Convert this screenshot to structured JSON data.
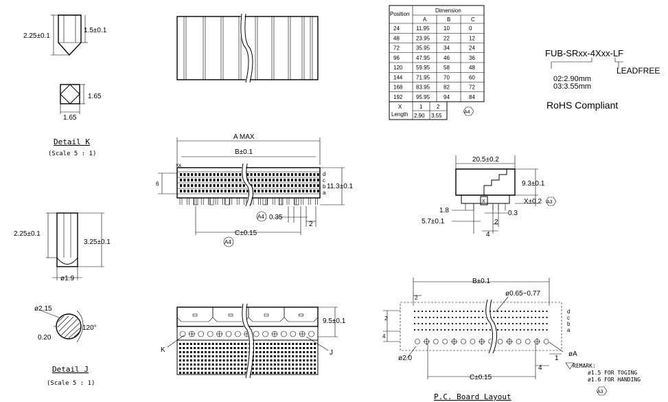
{
  "detail_k": {
    "dim_total": "2.25±0.1",
    "dim_top": "1.5±0.1",
    "dim_sq_v": "1.65",
    "dim_sq_h": "1.65",
    "title": "Detail K",
    "scale": "(Scale 5 : 1)"
  },
  "detail_pin": {
    "dim_a": "2.25±0.1",
    "dim_b": "3.25±0.1",
    "dim_dia": "ø1.9"
  },
  "detail_j": {
    "dim_dia": "ø2.15",
    "dim_angle": "120°",
    "dim_small": "0.20",
    "title": "Detail J",
    "scale": "(Scale 5 : 1)"
  },
  "front_view": {
    "a_max": "A MAX",
    "b_dim": "B±0.1",
    "c_dim": "C±0.15",
    "height": "11.3±0.1",
    "pitch": "0.35",
    "dim_2": "2",
    "rev": "A4",
    "label_xx": "xx",
    "row_labels": [
      "d",
      "c",
      "b",
      "a"
    ],
    "left_dim": "6"
  },
  "bottom_view": {
    "height": "9.5±0.1",
    "label_k": "K",
    "label_j": "J"
  },
  "table": {
    "headers": [
      "Position",
      "Dimension"
    ],
    "sub_headers": [
      "A",
      "B",
      "C"
    ],
    "rows": [
      [
        "24",
        "11.95",
        "10",
        "0"
      ],
      [
        "48",
        "23.95",
        "22",
        "12"
      ],
      [
        "72",
        "35.95",
        "34",
        "24"
      ],
      [
        "96",
        "47.95",
        "46",
        "36"
      ],
      [
        "120",
        "59.95",
        "58",
        "48"
      ],
      [
        "144",
        "71.95",
        "70",
        "60"
      ],
      [
        "168",
        "83.95",
        "82",
        "72"
      ],
      [
        "192",
        "95.95",
        "94",
        "84"
      ]
    ],
    "x_label": "X",
    "length_label": "Length",
    "x_values": [
      "1",
      "2"
    ],
    "length_values": [
      "2.90",
      "3.55"
    ],
    "rev": "A4"
  },
  "part_number": {
    "code": "FUB-SRxx-4Xxx-LF",
    "opt_1": "02:2.90mm",
    "opt_2": "03:3.55mm",
    "leadfree": "LEADFREE",
    "rohs": "RoHS Compliant"
  },
  "side_view": {
    "width": "20.5±0.2",
    "height": "9.3±0.1",
    "x_dim": "X±0.2",
    "d_1": "1.8",
    "d_2": "5.7±0.1",
    "d_3": "0.3",
    "d_4": "2",
    "d_5": "4",
    "rev": "A3"
  },
  "pcb_layout": {
    "b_dim": "B±0.1",
    "c_dim": "C±0.15",
    "hole_small": "ø0.65~0.77",
    "hole_big": "ø2.0",
    "dim_2": "2",
    "dim_4": "4",
    "dim_1": "1",
    "dim_a": "øA",
    "row_labels": [
      "d",
      "c",
      "b",
      "a"
    ],
    "left_dim": "2",
    "remark_title": "REMARK:",
    "remark_1": "ø1.5  FOR TOGING",
    "remark_2": "ø1.6  FOR HANDING",
    "title": "P.C. Board Layout",
    "rev": "A3"
  }
}
